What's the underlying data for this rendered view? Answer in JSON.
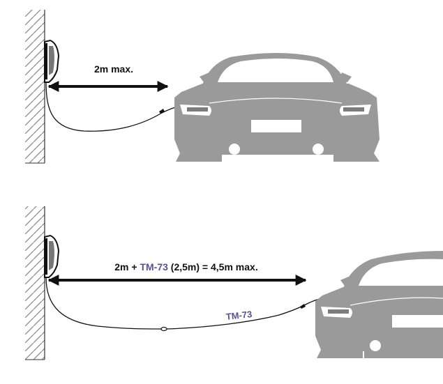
{
  "colors": {
    "car": "#9a9a9a",
    "car_dark": "#7c7c7c",
    "ink": "#111111",
    "accent": "#5b4f9a",
    "hatch": "#8a8a8a"
  },
  "panel_top": {
    "distance_label": "2m max."
  },
  "panel_bottom": {
    "distance_prefix": "2m + ",
    "distance_product": "TM-73",
    "distance_suffix": " (2,5m) = 4,5m max.",
    "cable_label": "TM-73"
  }
}
